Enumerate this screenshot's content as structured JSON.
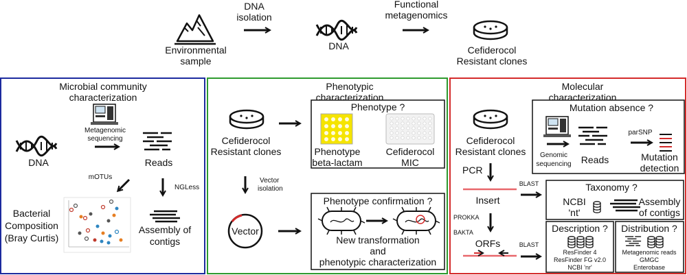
{
  "top": {
    "env_line1": "Environmental",
    "env_line2": "sample",
    "dna_iso_line1": "DNA",
    "dna_iso_line2": "isolation",
    "dna": "DNA",
    "func_line1": "Functional",
    "func_line2": "metagenomics",
    "clones_line1": "Cefiderocol",
    "clones_line2": "Resistant clones"
  },
  "microbial": {
    "title_line1": "Microbial community",
    "title_line2": "characterization",
    "title_color": "#1c2a9e",
    "dna": "DNA",
    "meta_line1": "Metagenomic",
    "meta_line2": "sequencing",
    "reads": "Reads",
    "motus": "mOTUs",
    "ngless": "NGLess",
    "bact_line1": "Bacterial",
    "bact_line2": "Composition",
    "bact_line3": "(Bray Curtis)",
    "asm_line1": "Assembly of",
    "asm_line2": "contigs"
  },
  "phenotypic": {
    "title_line1": "Phenotypic",
    "title_line2": "characterization",
    "title_color": "#2d9a2d",
    "clones_line1": "Cefiderocol",
    "clones_line2": "Resistant clones",
    "phenotype_q": "Phenotype ?",
    "pheno_line1": "Phenotype",
    "pheno_line2": "beta-lactam",
    "mic_line1": "Cefiderocol",
    "mic_line2": "MIC",
    "vector_iso_line1": "Vector",
    "vector_iso_line2": "isolation",
    "vector": "Vector",
    "confirm_q": "Phenotype confirmation ?",
    "newtrans_line1": "New transformation",
    "newtrans_line2": "and",
    "newtrans_line3": "phenotypic characterization"
  },
  "molecular": {
    "title_line1": "Molecular",
    "title_line2": "characterization",
    "title_color": "#d42a2a",
    "clones_line1": "Cefiderocol",
    "clones_line2": "Resistant clones",
    "mutation_q": "Mutation absence ?",
    "genomic_line1": "Genomic",
    "genomic_line2": "sequencing",
    "reads": "Reads",
    "parsnp": "parSNP",
    "mutdet_line1": "Mutation",
    "mutdet_line2": "detection",
    "pcr": "PCR",
    "insert": "Insert",
    "blast1": "BLAST",
    "taxonomy_q": "Taxonomy ?",
    "ncbi_nt_line1": "NCBI",
    "ncbi_nt_line2": "'nt'",
    "asm_line1": "Assembly",
    "asm_line2": "of contigs",
    "prokka": "PROKKA",
    "bakta": "BAKTA",
    "orfs": "ORFs",
    "blast2": "BLAST",
    "description_q": "Description ?",
    "resfinder": "ResFinder 4",
    "resfinder_fg": "ResFinder FG v2.0",
    "ncbi_nr": "NCBI 'nr'",
    "distribution_q": "Distribution ?",
    "meta_reads": "Metagenomic reads",
    "gmgc": "GMGC",
    "enterobase": "Enterobase"
  }
}
